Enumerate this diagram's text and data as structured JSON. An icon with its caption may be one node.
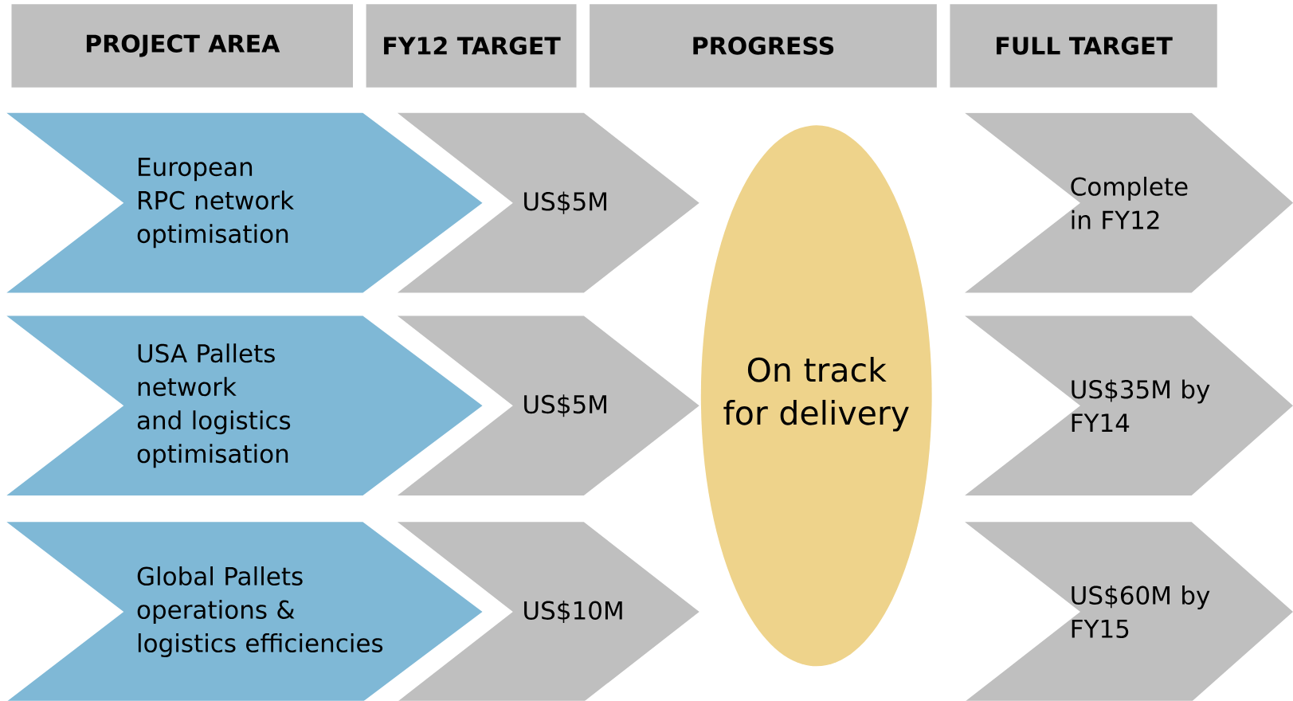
{
  "diagram": {
    "nodes": [
      {
        "text": [
          "PROJECT AREA"
        ]
      },
      {
        "text": [
          "FY12 TARGET"
        ]
      },
      {
        "text": [
          "PROGRESS"
        ]
      },
      {
        "text": [
          "FULL TARGET"
        ]
      },
      {
        "text": [
          "European RPC network optimisation"
        ]
      },
      {
        "text": [
          "US$5M"
        ]
      },
      {
        "text": [
          "Complete in FY12"
        ]
      },
      {
        "text": [
          "USA Pallets network and logistics optimisation"
        ]
      },
      {
        "text": [
          "US$5M"
        ]
      },
      {
        "text": [
          "US$35M by FY14"
        ]
      },
      {
        "text": [
          "Global Pallets operations & logistics efficiencies"
        ]
      },
      {
        "text": [
          "US$10M"
        ]
      },
      {
        "text": [
          "US$60M by FY15"
        ]
      },
      {
        "text": [
          "On track for delivery"
        ]
      }
    ],
    "edges": []
  }
}
